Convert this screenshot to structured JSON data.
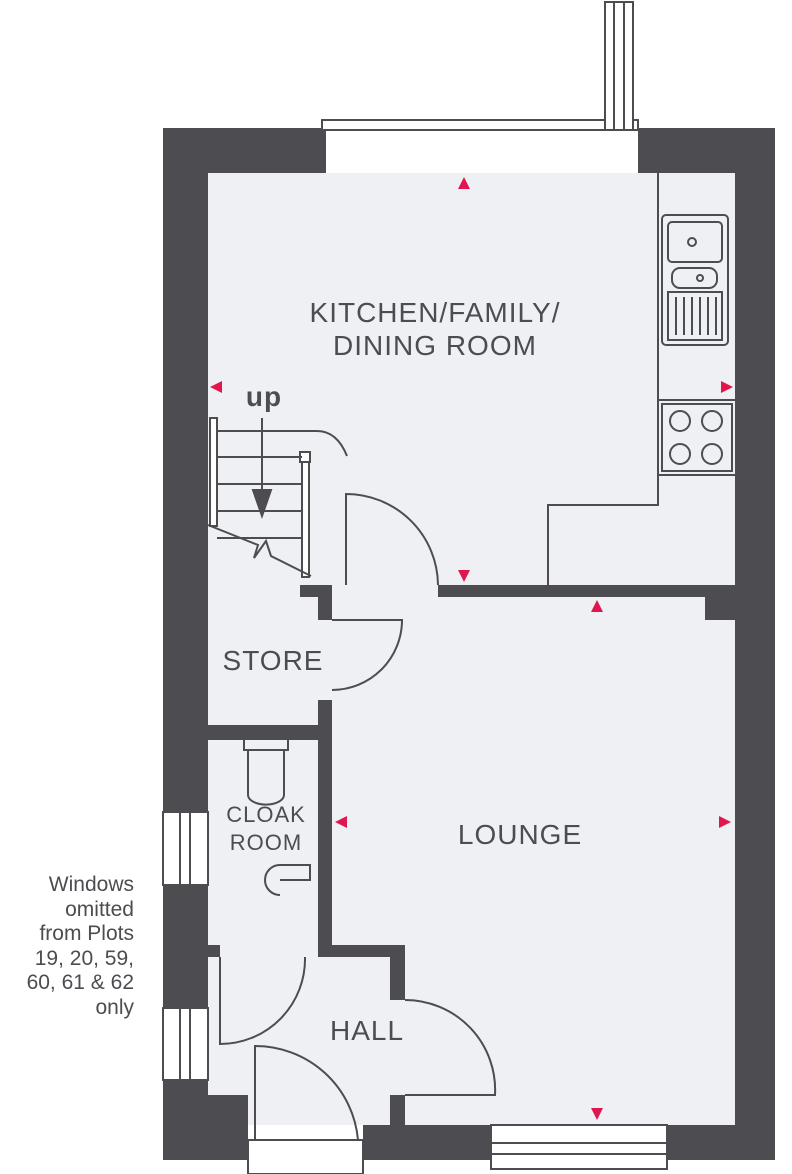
{
  "rooms": {
    "kitchen_line1": "KITCHEN/FAMILY/",
    "kitchen_line2": "DINING ROOM",
    "store": "STORE",
    "cloak_line1": "CLOAK",
    "cloak_line2": "ROOM",
    "lounge": "LOUNGE",
    "hall": "HALL"
  },
  "stairs_label": "up",
  "note": [
    "Windows",
    "omitted",
    "from Plots",
    "19, 20, 59,",
    "60, 61 & 62",
    "only"
  ],
  "colors": {
    "wall": "#4d4d51",
    "floor": "#eef0f4",
    "marker": "#e0174f",
    "window": "#ffffff"
  }
}
